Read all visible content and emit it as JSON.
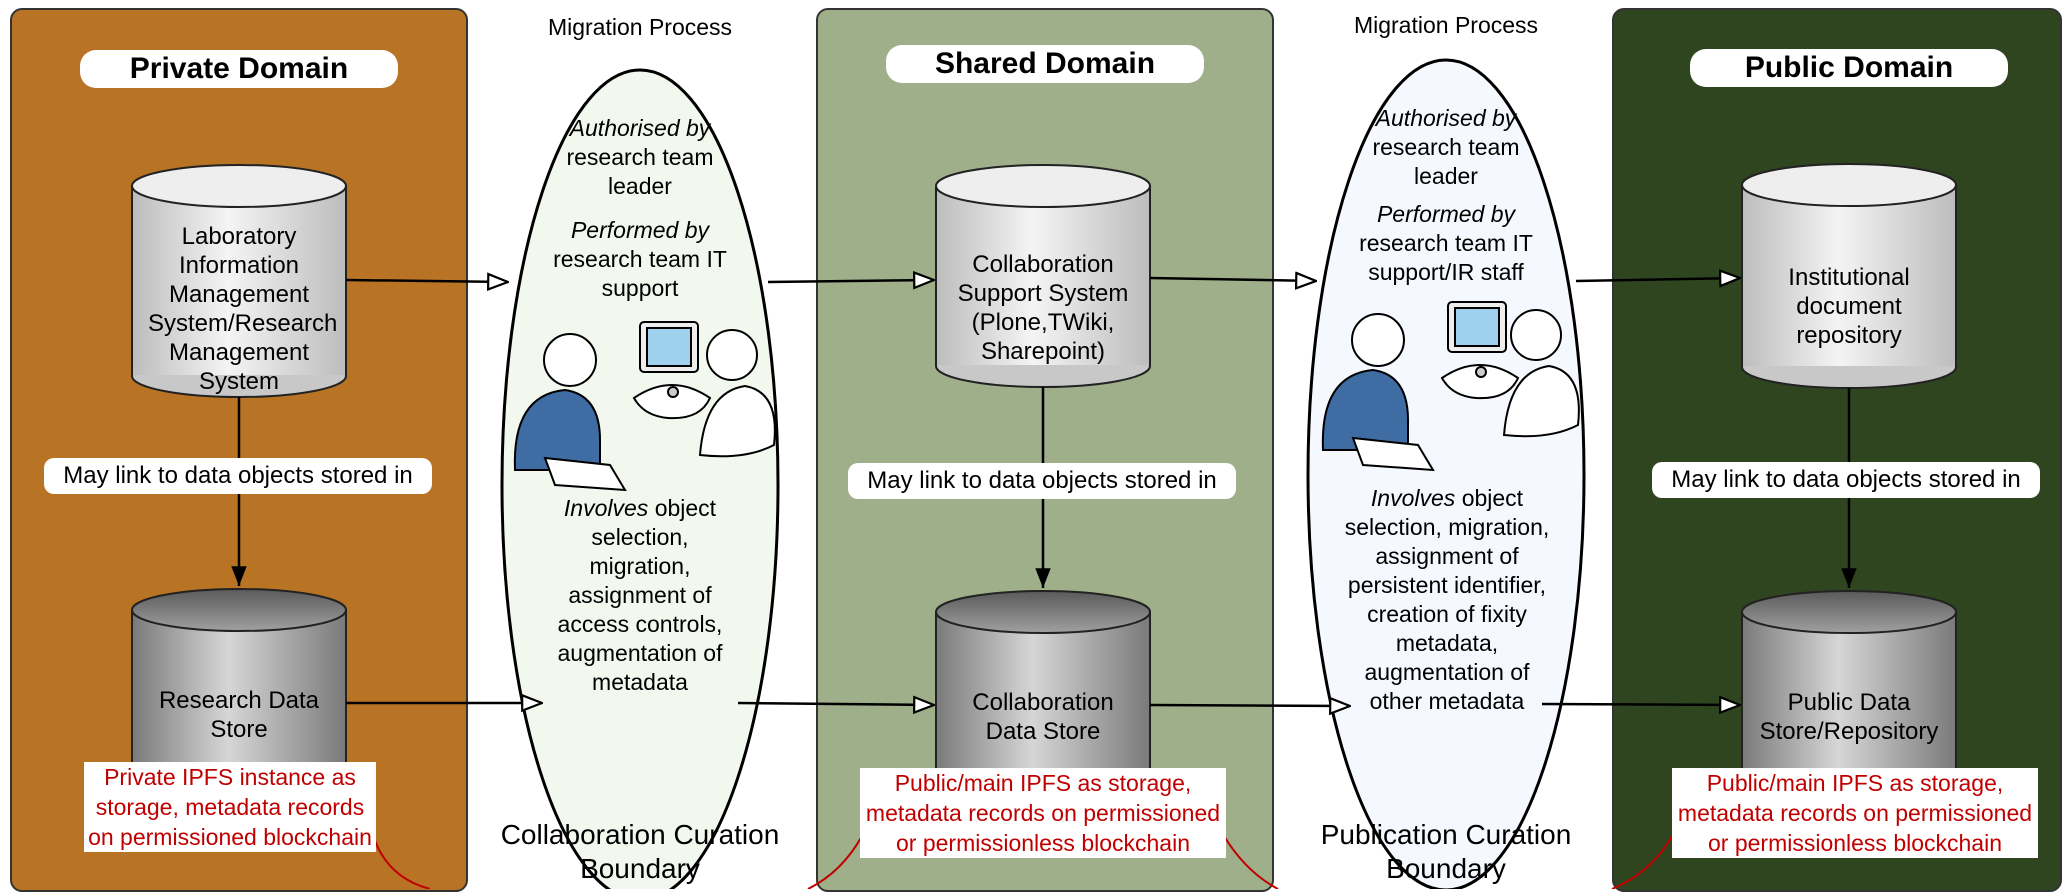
{
  "colors": {
    "private_bg": "#b87424",
    "shared_bg": "#9eaf8a",
    "public_bg": "#2f4520",
    "note_text": "#c00000",
    "ellipse_fill": "#f3f8ef"
  },
  "private": {
    "title": "Private Domain",
    "system": "Laboratory Information Management System/Research Management System",
    "link": "May link to data objects stored in",
    "store": "Research Data Store",
    "note": "Private IPFS instance as storage, metadata records on permissioned blockchain"
  },
  "shared": {
    "title": "Shared Domain",
    "system": "Collaboration Support System (Plone,TWiki, Sharepoint)",
    "link": "May link to data objects stored in",
    "store": "Collaboration Data Store",
    "note": "Public/main IPFS as storage, metadata records on permissioned or permissionless blockchain"
  },
  "public": {
    "title": "Public Domain",
    "system": "Institutional document repository",
    "link": "May link to data objects stored in",
    "store": "Public Data Store/Repository",
    "note": "Public/main IPFS as storage, metadata records on permissioned or permissionless blockchain"
  },
  "migration1": {
    "heading": "Migration Process",
    "auth_label": "Authorised by",
    "auth_value": "research team leader",
    "perf_label": "Performed by",
    "perf_value": "research team IT support",
    "inv_label": "Involves",
    "inv_value": "object selection, migration, assignment of access controls, augmentation of metadata",
    "boundary": "Collaboration Curation Boundary"
  },
  "migration2": {
    "heading": "Migration Process",
    "auth_label": "Authorised by",
    "auth_value": "research team leader",
    "perf_label": "Performed by",
    "perf_value": "research team IT support/IR staff",
    "inv_label": "Involves",
    "inv_value": "object selection, migration, assignment of persistent identifier, creation of fixity metadata, augmentation of other metadata",
    "boundary": "Publication Curation Boundary"
  }
}
